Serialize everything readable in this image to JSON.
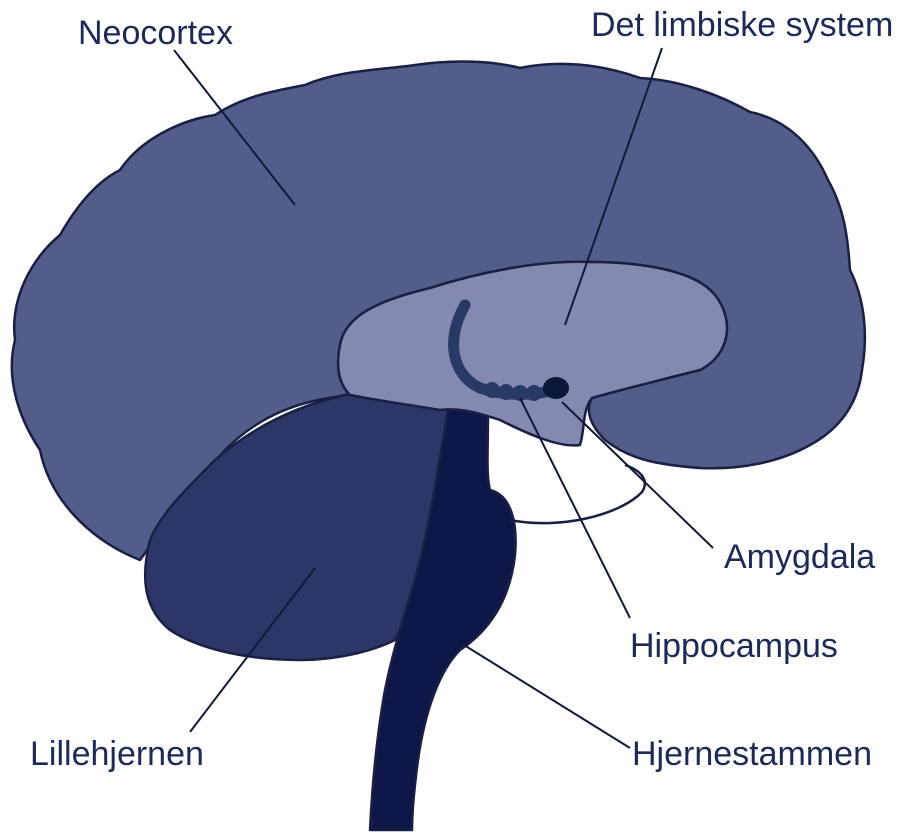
{
  "labels": {
    "neocortex": "Neocortex",
    "limbic_system": "Det limbiske system",
    "amygdala": "Amygdala",
    "hippocampus": "Hippocampus",
    "cerebellum": "Lillehjernen",
    "brainstem": "Hjernestammen"
  },
  "colors": {
    "neocortex": "#545c8a",
    "limbic_system": "#8389b0",
    "cerebellum": "#2e3668",
    "brainstem": "#0e1748",
    "hippocampus": "#263a64",
    "amygdala": "#0c1638",
    "outline": "#1a1f44",
    "label_text": "#1c2a5a"
  }
}
